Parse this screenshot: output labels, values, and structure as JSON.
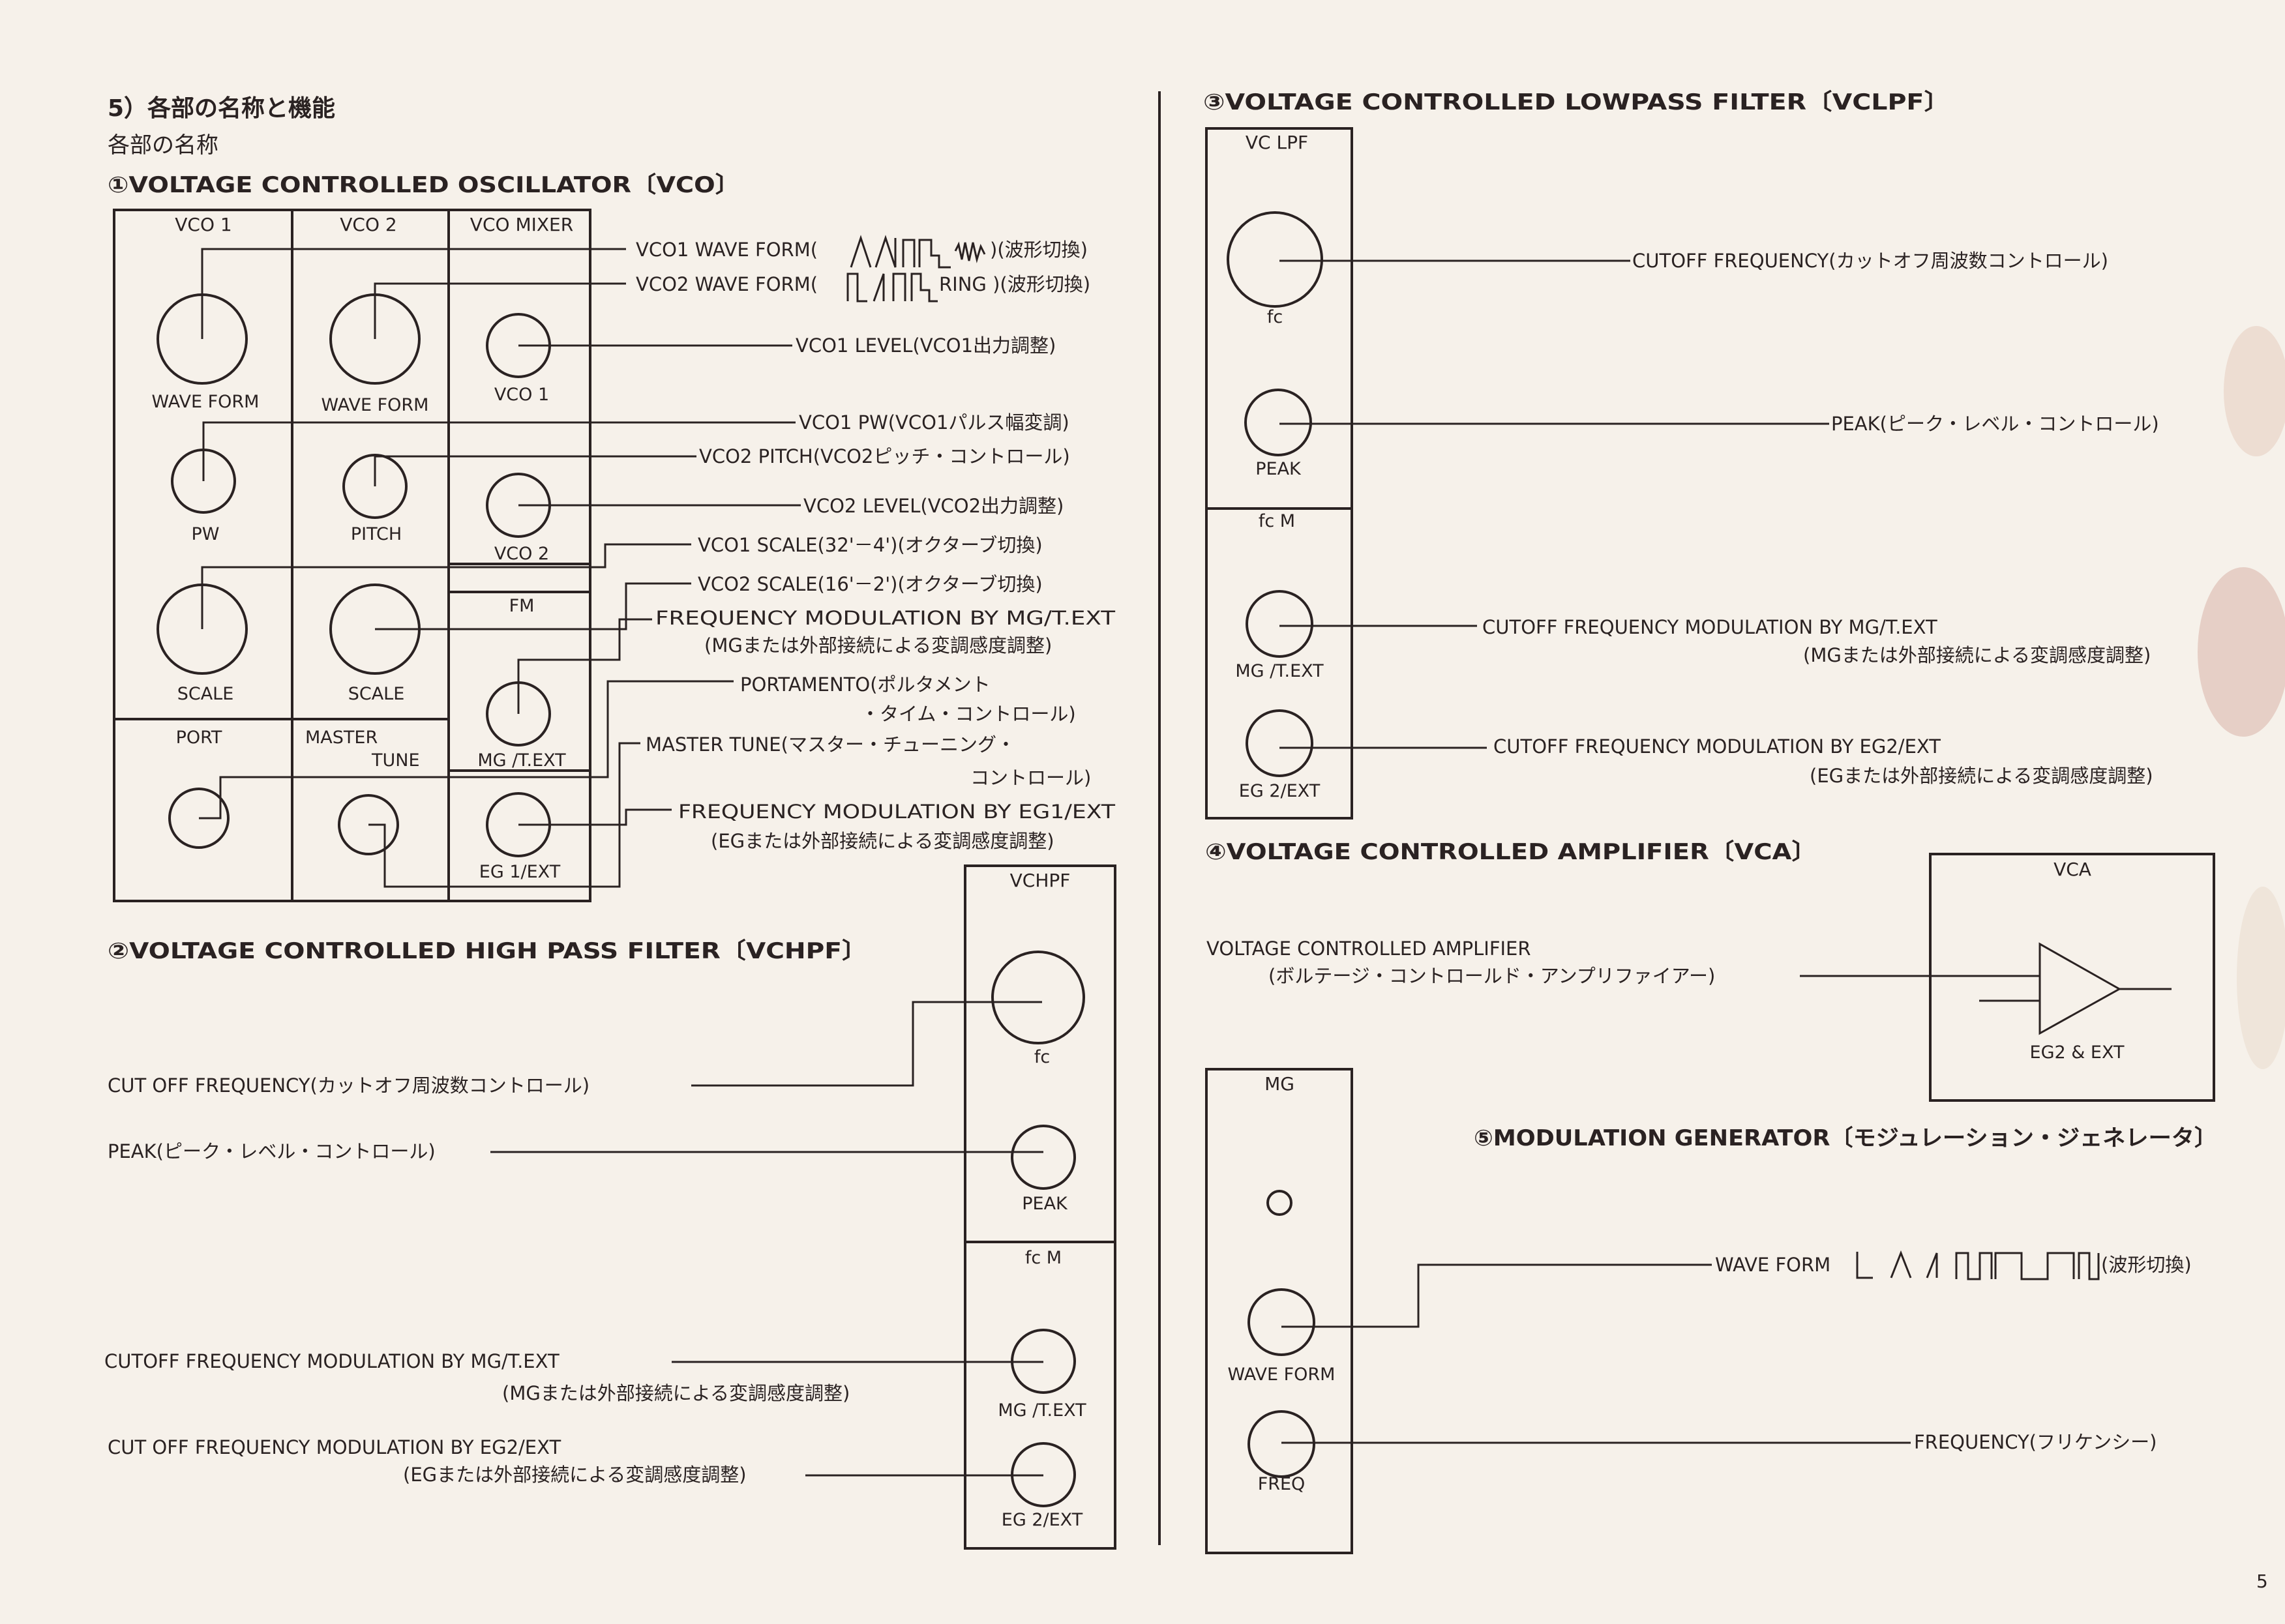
{
  "page_number": "5",
  "heading": {
    "section": "5）各部の名称と機能",
    "subtitle": "各部の名称"
  },
  "vco": {
    "title": "①VOLTAGE CONTROLLED OSCILLATOR〔VCO〕",
    "col_headers": [
      "VCO 1",
      "VCO 2",
      "VCO MIXER"
    ],
    "knobs": {
      "wave_form_1": "WAVE FORM",
      "wave_form_2": "WAVE FORM",
      "vco1_level": "VCO 1",
      "pw": "PW",
      "pitch": "PITCH",
      "vco2_level": "VCO 2",
      "fm_header": "FM",
      "scale_1": "SCALE",
      "scale_2": "SCALE",
      "mg_text": "MG /T.EXT",
      "port_header": "PORT",
      "master_header_1": "MASTER",
      "master_header_2": "TUNE",
      "eg_ext": "EG 1/EXT"
    },
    "callouts": {
      "c1a": "VCO1 WAVE FORM(",
      "c1b": ")(波形切換)",
      "c2a": "VCO2 WAVE FORM(",
      "c2b": "RING )(波形切換)",
      "c3": "VCO1 LEVEL(VCO1出力調整)",
      "c4": "VCO1 PW(VCO1パルス幅変調)",
      "c5": "VCO2 PITCH(VCO2ピッチ・コントロール)",
      "c6": "VCO2 LEVEL(VCO2出力調整)",
      "c7": "VCO1 SCALE(32'－4')(オクターブ切換)",
      "c8": "VCO2 SCALE(16'－2')(オクターブ切換)",
      "c9a": "FREQUENCY MODULATION BY MG/T.EXT",
      "c9b": "(MGまたは外部接続による変調感度調整)",
      "c10a": "PORTAMENTO(ポルタメント",
      "c10b": "・タイム・コントロール)",
      "c11a": "MASTER TUNE(マスター・チューニング・",
      "c11b": "コントロール)",
      "c12a": "FREQUENCY MODULATION BY EG1/EXT",
      "c12b": "(EGまたは外部接続による変調感度調整)"
    }
  },
  "vchpf": {
    "title": "②VOLTAGE CONTROLLED HIGH PASS FILTER〔VCHPF〕",
    "panel_header": "VCHPF",
    "fc": "fc",
    "peak": "PEAK",
    "fcm": "fc M",
    "mg": "MG /T.EXT",
    "eg": "EG 2/EXT",
    "callouts": {
      "cutoff": "CUT OFF FREQUENCY(カットオフ周波数コントロール)",
      "peak": "PEAK(ピーク・レベル・コントロール)",
      "mod_mg_a": "CUTOFF FREQUENCY MODULATION BY MG/T.EXT",
      "mod_mg_b": "(MGまたは外部接続による変調感度調整)",
      "mod_eg_a": "CUT OFF FREQUENCY MODULATION BY EG2/EXT",
      "mod_eg_b": "(EGまたは外部接続による変調感度調整)"
    }
  },
  "vclpf": {
    "title": "③VOLTAGE CONTROLLED LOWPASS FILTER〔VCLPF〕",
    "panel_header": "VC LPF",
    "fc": "fc",
    "peak": "PEAK",
    "fcm": "fc M",
    "mg": "MG /T.EXT",
    "eg": "EG 2/EXT",
    "callouts": {
      "cutoff": "CUTOFF FREQUENCY(カットオフ周波数コントロール)",
      "peak": "PEAK(ピーク・レベル・コントロール)",
      "mod_mg_a": "CUTOFF FREQUENCY MODULATION BY MG/T.EXT",
      "mod_mg_b": "(MGまたは外部接続による変調感度調整)",
      "mod_eg_a": "CUTOFF FREQUENCY MODULATION BY EG2/EXT",
      "mod_eg_b": "(EGまたは外部接続による変調感度調整)"
    }
  },
  "vca": {
    "title": "④VOLTAGE CONTROLLED AMPLIFIER〔VCA〕",
    "panel_header": "VCA",
    "eg": "EG2 & EXT",
    "callout_a": "VOLTAGE CONTROLLED AMPLIFIER",
    "callout_b": "(ボルテージ・コントロールド・アンプリファイアー)"
  },
  "mg": {
    "title": "⑤MODULATION GENERATOR〔モジュレーション・ジェネレータ〕",
    "panel_header": "MG",
    "wave_form": "WAVE FORM",
    "freq": "FREQ",
    "callout_wave_a": "WAVE FORM",
    "callout_wave_b": "(波形切換)",
    "callout_freq": "FREQUENCY(フリケンシー)"
  }
}
